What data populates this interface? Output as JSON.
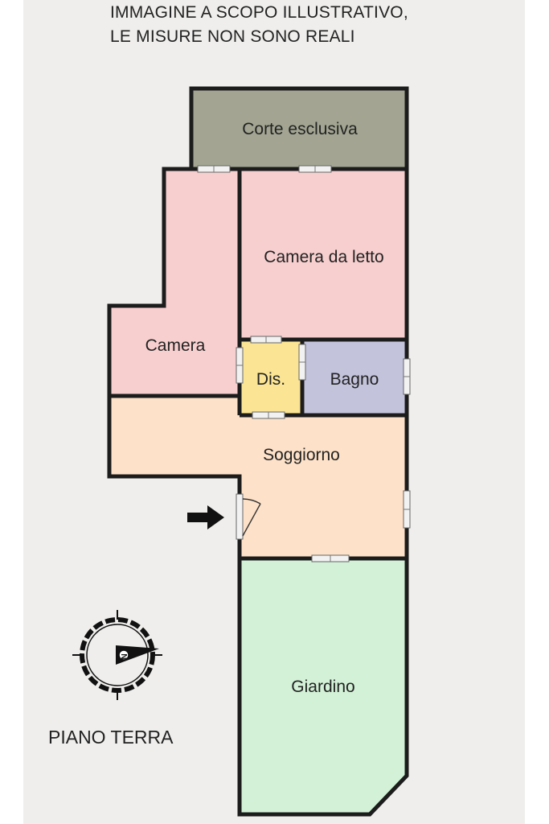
{
  "notes": {
    "line1": "IMMAGINE A SCOPO ILLUSTRATIVO,",
    "line2": "LE MISURE NON SONO REALI"
  },
  "floor_label": "PIANO TERRA",
  "rooms": {
    "corte": "Corte esclusiva",
    "camera_letto": "Camera da letto",
    "camera": "Camera",
    "dis": "Dis.",
    "bagno": "Bagno",
    "soggiorno": "Soggiorno",
    "giardino": "Giardino"
  },
  "colors": {
    "corte": "#a3a592",
    "camera": "#f8cfcf",
    "dis": "#fbe594",
    "bagno": "#c3c3dc",
    "soggiorno": "#fde1c8",
    "giardino": "#d2f1d6",
    "wall": "#1c1c1c"
  },
  "icons": {
    "compass": "compass-icon",
    "entrance": "entrance-arrow-icon"
  }
}
